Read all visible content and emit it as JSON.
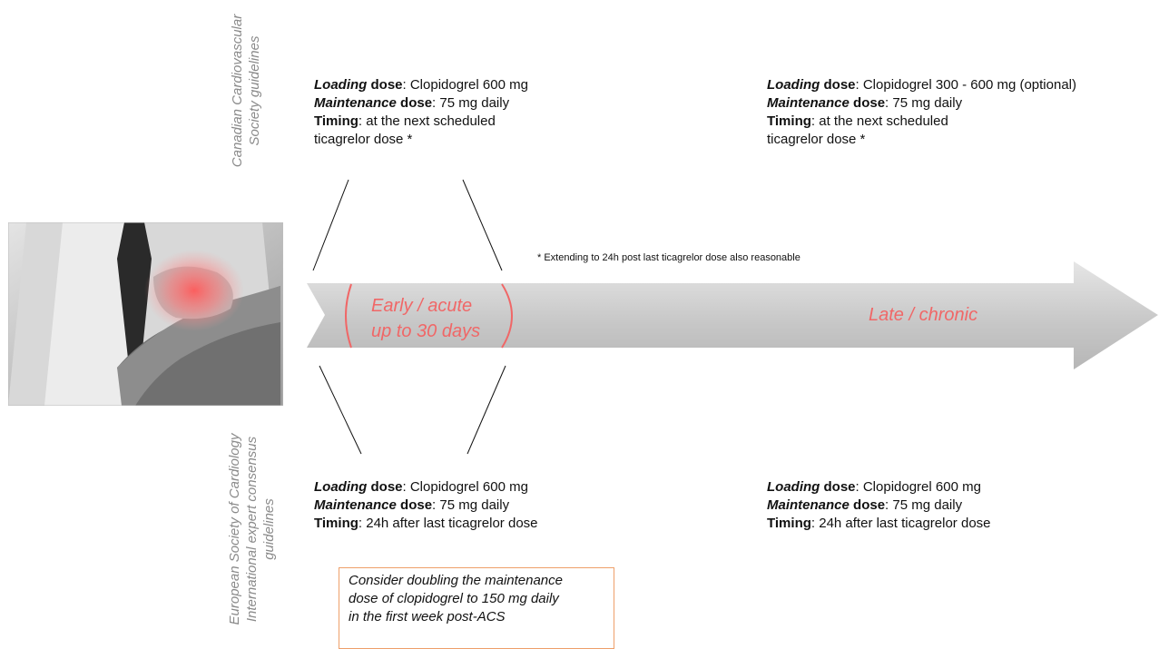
{
  "guidelines": {
    "top": [
      "Canadian Cardiovascular",
      "Society guidelines"
    ],
    "bottom": [
      "European Society of Cardiology",
      "International expert consensus",
      "guidelines"
    ]
  },
  "phases": {
    "early": [
      "Early / acute",
      "up to 30 days"
    ],
    "late": "Late / chronic"
  },
  "footnote": "* Extending to 24h post last ticagrelor dose also reasonable",
  "labels": {
    "loading_word": "Loading",
    "maintenance_word": "Maintenance",
    "dose_word": " dose",
    "timing_word": "Timing"
  },
  "canadian_early": {
    "loading": ": Clopidogrel 600 mg",
    "maintenance": ": 75 mg daily",
    "timing": ": at the next scheduled",
    "timing_cont": "ticagrelor dose *"
  },
  "canadian_late": {
    "loading": ": Clopidogrel 300 - 600 mg (optional)",
    "maintenance": ": 75 mg daily",
    "timing": ": at the next scheduled",
    "timing_cont": "ticagrelor dose *"
  },
  "european_early": {
    "loading": ": Clopidogrel 600 mg",
    "maintenance": ": 75 mg daily",
    "timing": ": 24h after last ticagrelor dose"
  },
  "european_late": {
    "loading": ": Clopidogrel 600 mg",
    "maintenance": ": 75 mg daily",
    "timing": ": 24h after last ticagrelor dose"
  },
  "note": [
    "Consider doubling the maintenance",
    "dose of clopidogrel to 150 mg daily",
    "in the first week post-ACS"
  ],
  "colors": {
    "accent": "#f06767",
    "arrow": "#c9c9c9",
    "note_border": "#ee9f6a",
    "guideline_text": "#8a8a8a"
  },
  "photo": {
    "icon": "chest-pain-photo"
  }
}
